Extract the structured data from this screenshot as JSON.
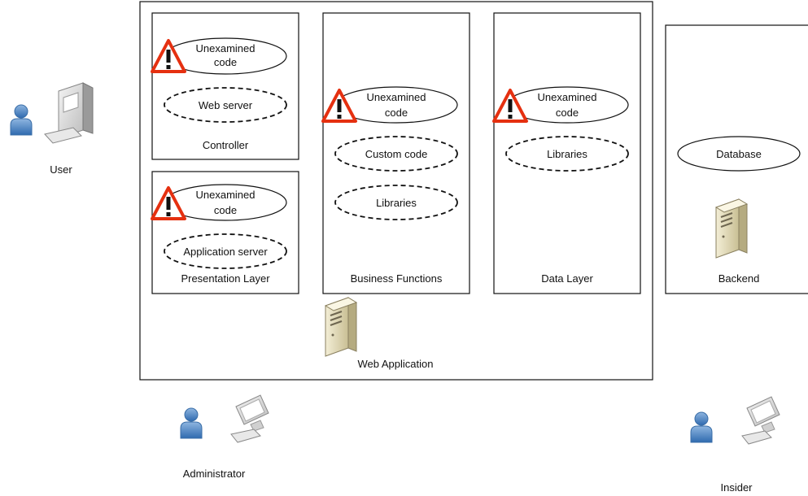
{
  "actors": {
    "user": "User",
    "administrator": "Administrator",
    "insider": "Insider"
  },
  "web_application": {
    "title": "Web Application",
    "controller": {
      "title": "Controller",
      "unexamined": [
        "Unexamined",
        "code"
      ],
      "component": "Web server"
    },
    "presentation": {
      "title": "Presentation Layer",
      "unexamined": [
        "Unexamined",
        "code"
      ],
      "component": "Application server"
    },
    "business": {
      "title": "Business Functions",
      "unexamined": [
        "Unexamined",
        "code"
      ],
      "components": [
        "Custom code",
        "Libraries"
      ]
    },
    "data_layer": {
      "title": "Data Layer",
      "unexamined": [
        "Unexamined",
        "code"
      ],
      "component": "Libraries"
    }
  },
  "backend": {
    "title": "Backend",
    "component": "Database"
  },
  "colors": {
    "warning_red": "#e53010",
    "user_blue": "#4f86c6",
    "server_beige": "#e9e2c2"
  }
}
